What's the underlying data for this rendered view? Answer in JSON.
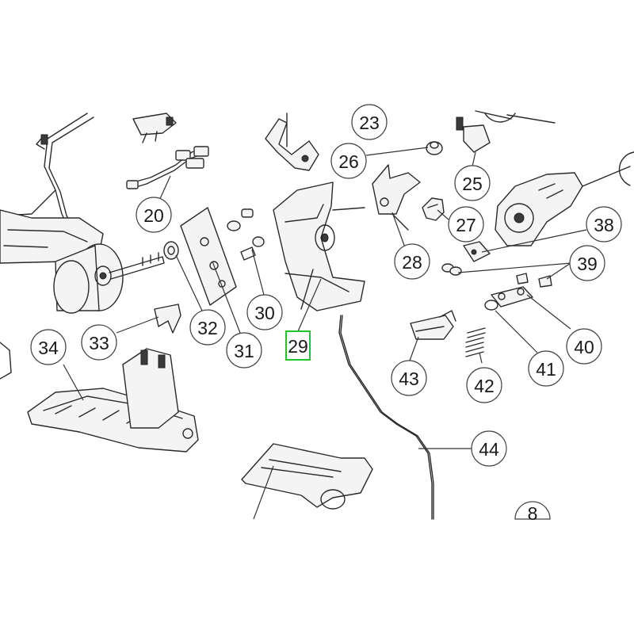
{
  "callouts": [
    {
      "id": "c23",
      "label": "23"
    },
    {
      "id": "c26",
      "label": "26"
    },
    {
      "id": "c25",
      "label": "25"
    },
    {
      "id": "c27",
      "label": "27"
    },
    {
      "id": "c20",
      "label": "20"
    },
    {
      "id": "c28",
      "label": "28"
    },
    {
      "id": "c38",
      "label": "38"
    },
    {
      "id": "c39",
      "label": "39"
    },
    {
      "id": "c30",
      "label": "30"
    },
    {
      "id": "c32",
      "label": "32"
    },
    {
      "id": "c33",
      "label": "33"
    },
    {
      "id": "c31",
      "label": "31"
    },
    {
      "id": "c34",
      "label": "34"
    },
    {
      "id": "c40",
      "label": "40"
    },
    {
      "id": "c41",
      "label": "41"
    },
    {
      "id": "c43",
      "label": "43"
    },
    {
      "id": "c42",
      "label": "42"
    },
    {
      "id": "c44",
      "label": "44"
    },
    {
      "id": "c8",
      "label": "8"
    }
  ],
  "highlighted": {
    "label": "29",
    "color": "#22c22a"
  }
}
